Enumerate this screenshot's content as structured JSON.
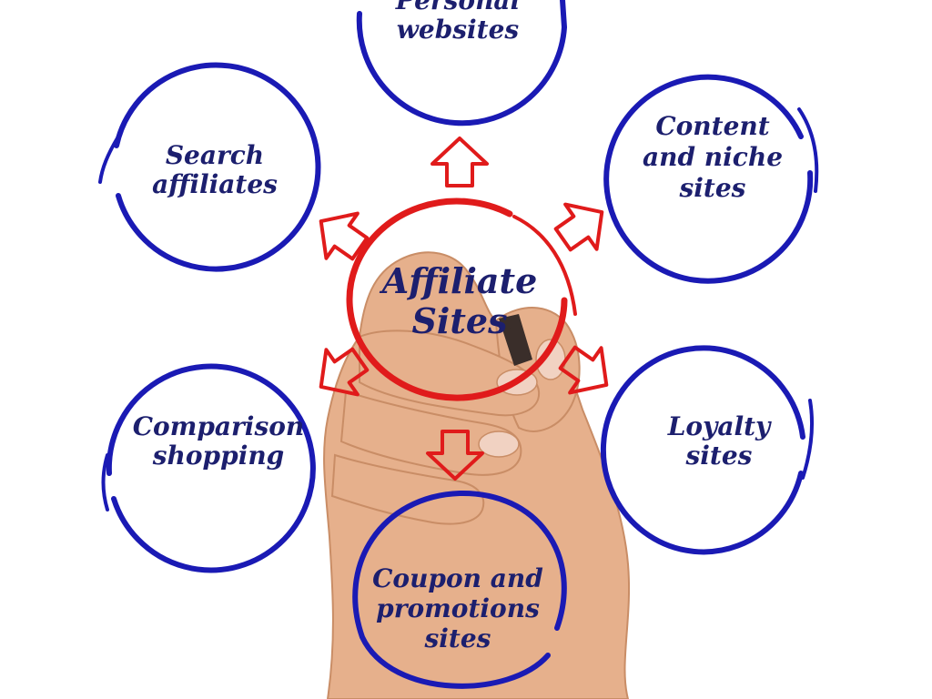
{
  "center": {
    "line1": "Affiliate",
    "line2": "Sites"
  },
  "nodes": {
    "top": {
      "line1": "Personal",
      "line2": "websites"
    },
    "top_right": {
      "line1": "Content",
      "line2": "and niche",
      "line3": "sites"
    },
    "top_left": {
      "line1": "Search",
      "line2": "affiliates"
    },
    "bottom_left": {
      "line1": "Comparison",
      "line2": "shopping"
    },
    "bottom_right": {
      "line1": "Loyalty",
      "line2": "sites"
    },
    "bottom": {
      "line1": "Coupon and",
      "line2": "promotions",
      "line3": "sites"
    }
  },
  "colors": {
    "node_ring": "#1a1ab4",
    "node_text": "#1c1f6e",
    "center_ring": "#e01b1b",
    "arrow": "#e01b1b",
    "skin": "#e6b08c",
    "skin_shadow": "#c98d66",
    "nail": "#f1d2c2",
    "marker": "#3a2e2a"
  }
}
